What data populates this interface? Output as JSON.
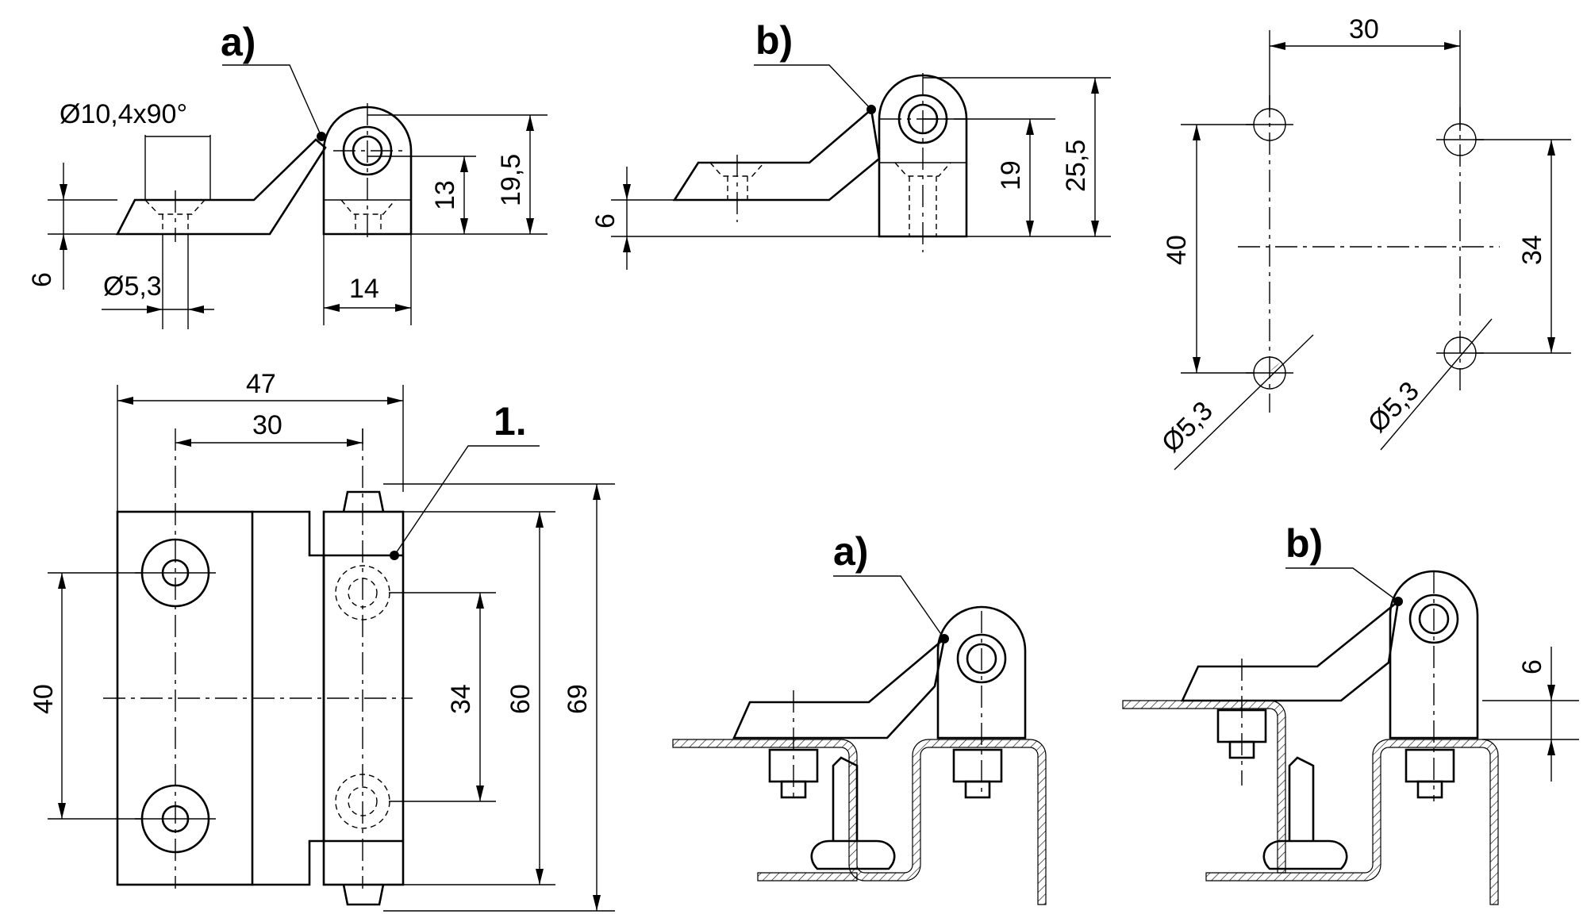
{
  "labels": {
    "view_a_top": "a)",
    "view_b_top": "b)",
    "view_a_bottom": "a)",
    "view_b_bottom": "b)",
    "item_1": "1."
  },
  "dimensions": {
    "a_countersink": "Ø10,4x90°",
    "a_hole": "Ø5,3",
    "a_thickness": "6",
    "a_width": "14",
    "a_height_13": "13",
    "a_height_19_5": "19,5",
    "b_thickness": "6",
    "b_height_19": "19",
    "b_height_25_5": "25,5",
    "pattern_30": "30",
    "pattern_40": "40",
    "pattern_34": "34",
    "pattern_hole_left": "Ø5,3",
    "pattern_hole_right": "Ø5,3",
    "front_47": "47",
    "front_30": "30",
    "front_40": "40",
    "front_34": "34",
    "front_60": "60",
    "front_69": "69",
    "install_b_6": "6"
  }
}
